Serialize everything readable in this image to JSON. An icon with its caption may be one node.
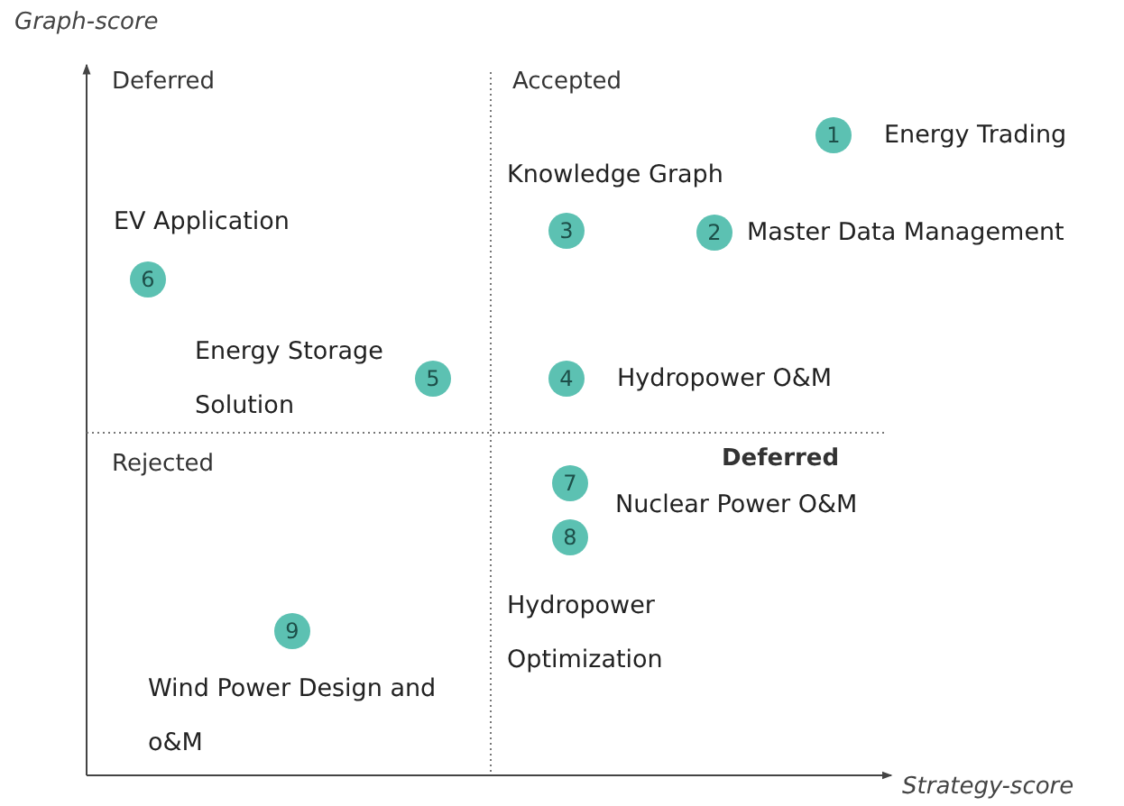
{
  "diagram": {
    "nodes": [
      {
        "text": [
          "1"
        ],
        "beside": [
          "Energy Trading"
        ]
      },
      {
        "text": [
          "2"
        ],
        "beside": [
          "Master Data Management"
        ]
      },
      {
        "text": [
          "3"
        ],
        "beside": [
          "Knowledge Graph"
        ]
      },
      {
        "text": [
          "4"
        ],
        "beside": [
          "Hydropower O&M"
        ]
      },
      {
        "text": [
          "5"
        ],
        "beside": [
          "Energy Storage Solution"
        ]
      },
      {
        "text": [
          "6"
        ],
        "beside": [
          "EV Application"
        ]
      },
      {
        "text": [
          "7"
        ],
        "beside": [
          "Nuclear Power O&M"
        ]
      },
      {
        "text": [
          "8"
        ],
        "beside": [
          "Hydropower Optimization"
        ]
      },
      {
        "text": [
          "9"
        ],
        "beside": [
          "Wind Power Design and o&M"
        ]
      }
    ],
    "labels": [
      "Graph-score",
      "Deferred",
      "Accepted",
      "Rejected",
      "Deferred",
      "Strategy-score"
    ]
  }
}
